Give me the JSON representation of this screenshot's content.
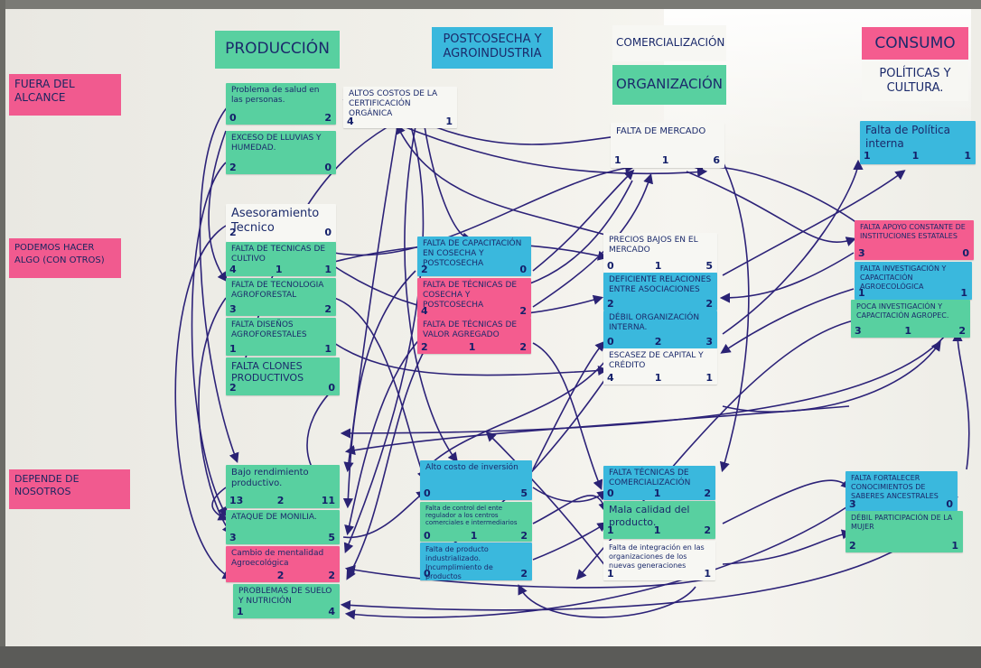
{
  "columns": {
    "produccion": "PRODUCCIÓN",
    "postcosecha": "POSTCOSECHA Y AGROINDUSTRIA",
    "comercializacion": "COMERCIALIZACIÓN",
    "organizacion": "ORGANIZACIÓN",
    "consumo": "CONSUMO",
    "politicas": "POLÍTICAS Y CULTURA."
  },
  "rows": {
    "fuera": "FUERA DEL ALCANCE",
    "podemos": "PODEMOS HACER ALGO (CON OTROS)",
    "depende": "DEPENDE DE NOSOTROS"
  },
  "cards": {
    "salud": {
      "text": "Problema de salud en las personas.",
      "a": "0",
      "b": "2"
    },
    "lluvias": {
      "text": "EXCESO DE LLUVIAS Y HUMEDAD.",
      "a": "2",
      "b": "0"
    },
    "asesoramiento": {
      "text": "Asesoramiento\nTecnico",
      "a": "2",
      "b": "0"
    },
    "tecnicas_cultivo": {
      "text": "FALTA DE TECNICAS DE CULTIVO",
      "a": "4",
      "m": "1",
      "b": "1"
    },
    "tecnologia": {
      "text": "FALTA DE TECNOLOGIA AGROFORESTAL",
      "a": "3",
      "b": "2"
    },
    "disenos": {
      "text": "FALTA DISEÑOS AGROFORESTALES",
      "a": "1",
      "b": "1"
    },
    "clones": {
      "text": "FALTA CLONES PRODUCTIVOS",
      "a": "2",
      "b": "0"
    },
    "rendimiento": {
      "text": "Bajo rendimiento productivo.",
      "a": "13",
      "m": "2",
      "b": "11"
    },
    "monilia": {
      "text": "ATAQUE DE MONILIA.",
      "a": "3",
      "b": "5"
    },
    "mentalidad": {
      "text": "Cambio de mentalidad Agroecológica",
      "m": "2",
      "b": "2"
    },
    "suelo": {
      "text": "PROBLEMAS DE SUELO Y NUTRICIÓN",
      "a": "1",
      "b": "4"
    },
    "certificacion": {
      "text": "ALTOS COSTOS DE LA CERTIFICACIÓN ORGÁNICA",
      "a": "4",
      "b": "1"
    },
    "capacitacion": {
      "text": "FALTA DE CAPACITACIÓN EN COSECHA Y POSTCOSECHA",
      "a": "2",
      "b": "0"
    },
    "tec_cosecha": {
      "text": "FALTA DE TÉCNICAS DE COSECHA Y POSTCOSECHA",
      "a": "4",
      "b": "2"
    },
    "valor": {
      "text": "FALTA DE TÉCNICAS DE VALOR AGREGADO",
      "a": "2",
      "m": "1",
      "b": "2"
    },
    "inversion": {
      "text": "Alto costo de inversión",
      "a": "0",
      "b": "5"
    },
    "control": {
      "text": "Falta de control del ente regulador a los centros comerciales e intermediarios",
      "a": "0",
      "m": "1",
      "b": "2"
    },
    "industrializado": {
      "text": "Falta de producto industrializado. Incumplimiento de productos",
      "a": "0",
      "b": "2"
    },
    "mercado": {
      "text": "FALTA DE MERCADO",
      "a": "1",
      "m": "1",
      "b": "6"
    },
    "precios": {
      "text": "PRECIOS BAJOS EN EL MERCADO",
      "a": "0",
      "m": "1",
      "b": "5"
    },
    "relaciones": {
      "text": "DEFICIENTE RELACIONES ENTRE ASOCIACIONES",
      "a": "2",
      "b": "2"
    },
    "debil_org": {
      "text": "DÉBIL ORGANIZACIÓN INTERNA.",
      "a": "0",
      "m": "2",
      "b": "3"
    },
    "capital": {
      "text": "ESCASEZ DE CAPITAL Y CRÉDITO",
      "a": "4",
      "m": "1",
      "b": "1"
    },
    "comercializacion": {
      "text": "FALTA TÉCNICAS DE COMERCIALIZACIÓN",
      "a": "0",
      "m": "1",
      "b": "2"
    },
    "calidad": {
      "text": "Mala calidad del producto.",
      "a": "1",
      "m": "1",
      "b": "2"
    },
    "integracion": {
      "text": "Falta de integración en las organizaciones de los nuevas generaciones",
      "a": "1",
      "b": "1"
    },
    "politica": {
      "text": "Falta de Política interna",
      "a": "1",
      "m": "1",
      "b": "1"
    },
    "apoyo": {
      "text": "FALTA APOYO CONSTANTE DE INSTITUCIONES ESTATALES",
      "a": "3",
      "b": "0"
    },
    "investigacion": {
      "text": "FALTA INVESTIGACIÓN Y CAPACITACIÓN AGROECOLÓGICA",
      "a": "1",
      "b": "1"
    },
    "poca_inv": {
      "text": "POCA INVESTIGACIÓN Y CAPACITACIÓN AGROPEC.",
      "a": "3",
      "m": "1",
      "b": "2"
    },
    "ancestrales": {
      "text": "FALTA FORTALECER CONOCIMIENTOS DE SABERES ANCESTRALES",
      "a": "3",
      "b": "0"
    },
    "mujer": {
      "text": "DÉBIL PARTICIPACIÓN DE LA MUJER",
      "a": "2",
      "b": "1"
    }
  }
}
